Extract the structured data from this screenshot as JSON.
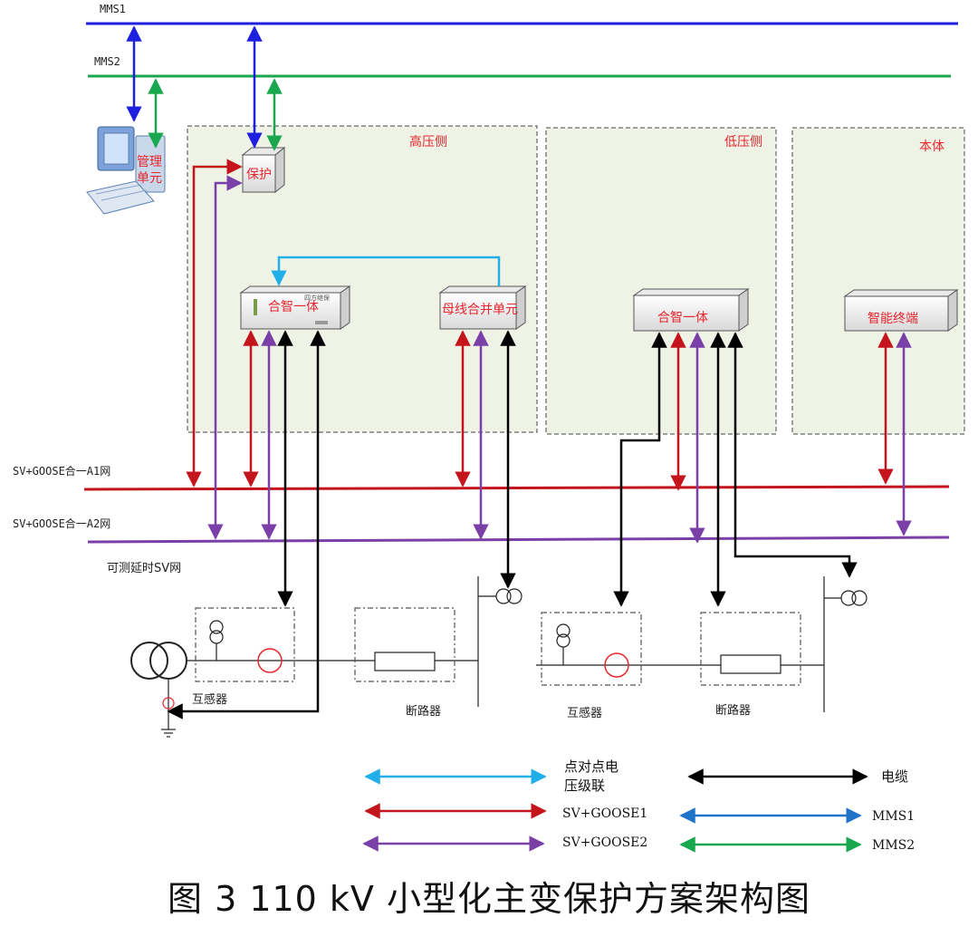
{
  "networks": {
    "mms1": "MMS1",
    "mms2": "MMS2",
    "a1": "SV+GOOSE合一A1网",
    "a2": "SV+GOOSE合一A2网",
    "sv_delay": "可测延时SV网"
  },
  "zones": {
    "high": "高压侧",
    "low": "低压侧",
    "body": "本体"
  },
  "devices": {
    "mgmt_line1": "管理",
    "mgmt_line2": "单元",
    "protection": "保护",
    "merge_hv": "合智一体",
    "merge_hv_badge": "四方继保",
    "bus_merge": "母线合并单元",
    "merge_lv": "合智一体",
    "smart_terminal": "智能终端"
  },
  "field": {
    "ct_left": "互感器",
    "breaker_left": "断路器",
    "ct_right": "互感器",
    "breaker_right": "断路器"
  },
  "legend": {
    "p2p_line1": "点对点电",
    "p2p_line2": "压级联",
    "cable": "电缆",
    "sv_goose1": "SV+GOOSE1",
    "mms1": "MMS1",
    "sv_goose2": "SV+GOOSE2",
    "mms2": "MMS2"
  },
  "caption": "图 3   110 kV 小型化主变保护方案架构图",
  "colors": {
    "mms1": "#1f1fe0",
    "mms2": "#1aa84f",
    "a1": "#c4141c",
    "a2": "#7b3fa8",
    "p2p": "#22aee6",
    "cable": "#000000",
    "legend_mms1": "#1f73c8",
    "zone_fill": "#eef3e6",
    "text_red": "#e8262d"
  }
}
